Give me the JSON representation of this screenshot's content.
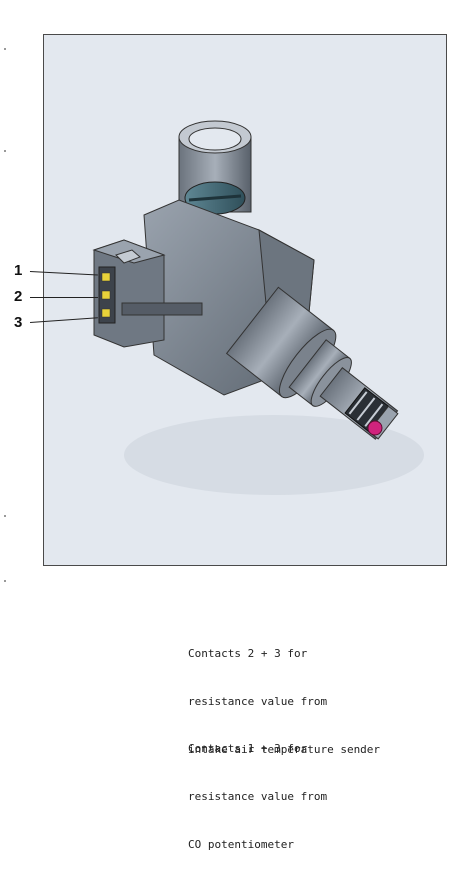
{
  "callouts": [
    "1",
    "2",
    "3"
  ],
  "notes": [
    {
      "lines": [
        "Contacts 2 + 3 for",
        "resistance value from",
        "intake air temperature sender"
      ]
    },
    {
      "lines": [
        "Contacts 1 + 3 for",
        "resistance value from",
        "CO potentiometer"
      ]
    }
  ],
  "colors": {
    "background": "#e3e8ef",
    "housing": "#7d8692",
    "contact": "#e8d23a",
    "sensor_tip": "#d0237d"
  }
}
